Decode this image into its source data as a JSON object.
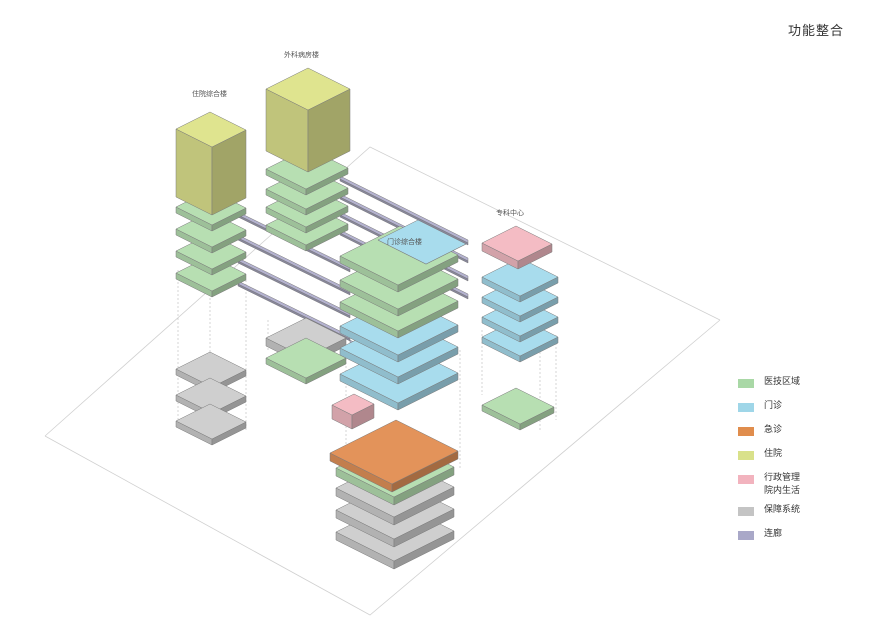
{
  "title": "功能整合",
  "labels": {
    "ward_tower_left": "住院综合楼",
    "ward_tower_mid": "外科病房楼",
    "outpatient": "门诊综合楼",
    "special_center": "专科中心"
  },
  "legend": [
    {
      "name": "legend-medtech",
      "label": "医技区域",
      "color": "#a9d8a6"
    },
    {
      "name": "legend-outpatient",
      "label": "门诊",
      "color": "#9fd6e8"
    },
    {
      "name": "legend-emergency",
      "label": "急诊",
      "color": "#e08d4d"
    },
    {
      "name": "legend-inpatient",
      "label": "住院",
      "color": "#d9e18a"
    },
    {
      "name": "legend-admin",
      "label": "行政管理\n院内生活",
      "color": "#f2b3be"
    },
    {
      "name": "legend-support",
      "label": "保障系统",
      "color": "#c4c4c4"
    },
    {
      "name": "legend-corridor",
      "label": "连廊",
      "color": "#a9a8c8"
    }
  ],
  "colors": {
    "green": "#b7dfb2",
    "blue": "#a8dced",
    "orange": "#e3935a",
    "yellow": "#dfe48f",
    "pink": "#f4bcc4",
    "grey": "#cfcfcf",
    "corridor": "#b4b2d0"
  }
}
